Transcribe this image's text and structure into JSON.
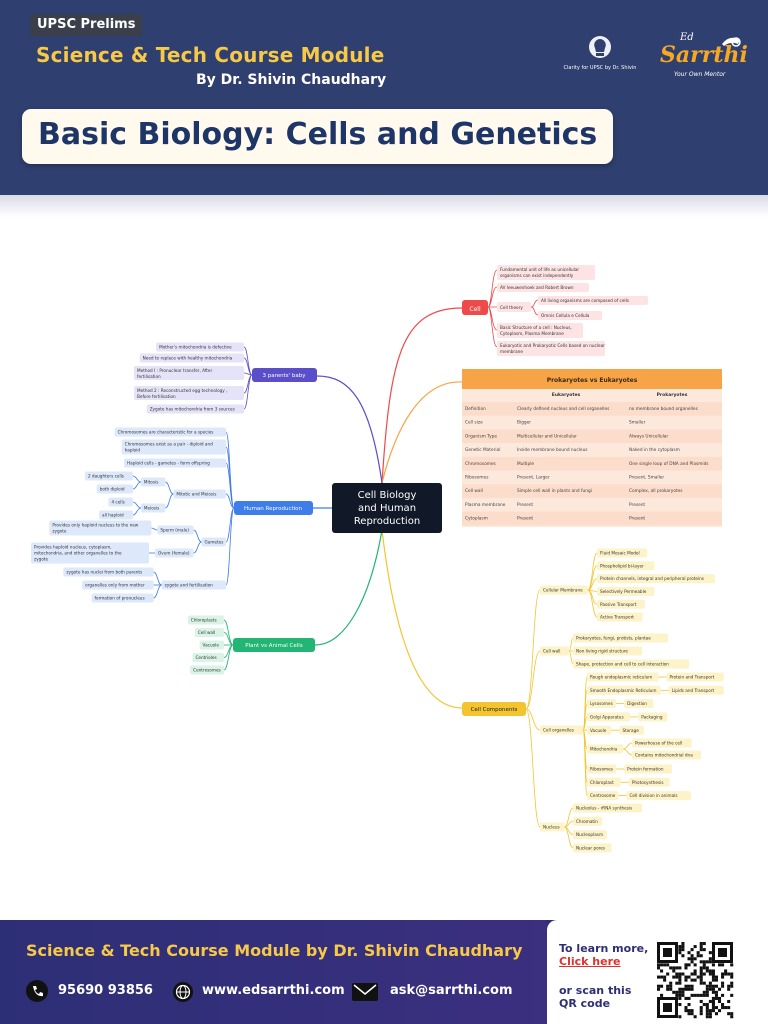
{
  "header": {
    "badge": "UPSC Prelims",
    "module_title": "Science & Tech Course Module",
    "author": "By Dr. Shivin Chaudhary",
    "main_title": "Basic Biology: Cells and Genetics",
    "logo1_text": "Clarity for UPSC by Dr. Shivin",
    "logo2_top": "Ed",
    "logo2_name": "Sarrthi",
    "logo2_tag": "Your Own Mentor"
  },
  "mindmap": {
    "root": "Cell Biology and Human Reproduction",
    "branches": {
      "cell": {
        "label": "Cell",
        "items": [
          "Fundamental unit of life as unicellular organisms can exist independently",
          "AV leeuwenhoek and Robert Brown",
          "Cell theory",
          "Basic Structure of a cell : Nucleus, Cytoplasm, Plasma Membrane",
          "Eukaryotic and Prokaryotic Cells based on nuclear membrane"
        ],
        "cell_theory_items": [
          "All living organisms are composed of cells",
          "Omnis Cellula e Cellula"
        ]
      },
      "table": {
        "title": "Prokaryotes vs Eukaryotes",
        "columns": [
          "",
          "Eukaryotes",
          "Prokaryotes"
        ],
        "rows": [
          [
            "Definition",
            "Clearly defined nucleus and cell organelles",
            "no membrane bound organelles"
          ],
          [
            "Cell size",
            "Bigger",
            "Smaller"
          ],
          [
            "Organism Type",
            "Multicellular and Unicellular",
            "Always Unicellular"
          ],
          [
            "Genetic Material",
            "Inside membrane bound nucleus",
            "Naked in the cytoplasm"
          ],
          [
            "Chromosomes",
            "Multiple",
            "One single loop of DNA and Plasmids"
          ],
          [
            "Ribosomes",
            "Present, Larger",
            "Present, Smaller"
          ],
          [
            "Cell wall",
            "Simple cell wall in plants and fungi",
            "Complex, all prokaryotes"
          ],
          [
            "Plasma membrane",
            "Present",
            "Present"
          ],
          [
            "Cytoplasm",
            "Present",
            "Present"
          ]
        ]
      },
      "components": {
        "label": "Cell Components",
        "membrane": {
          "label": "Cellular Membrane",
          "items": [
            "Fluid Mosaic Model",
            "Phospholipid bi-layer",
            "Protein channels, integral and peripheral proteins",
            "Selectively Permeable",
            "Passive Transport",
            "Active Transport"
          ]
        },
        "wall": {
          "label": "Cell wall",
          "items": [
            "Prokaryotes, fungi, protists, plantae",
            "Non living rigid structure",
            "Shape, protection and cell to cell interaction"
          ]
        },
        "organelles": {
          "label": "Cell organelles",
          "items": [
            {
              "name": "Rough endoplasmic reticulum",
              "detail": "Protein and Transport"
            },
            {
              "name": "Smooth Endoplasmic Reticulum",
              "detail": "Lipids and Transport"
            },
            {
              "name": "Lysosomes",
              "detail": "Digestion"
            },
            {
              "name": "Golgi Apparatus",
              "detail": "Packaging"
            },
            {
              "name": "Vacuole",
              "detail": "Storage"
            },
            {
              "name": "Mitochondria",
              "details": [
                "Powerhouse of the cell",
                "Contains mitochondrial dna"
              ]
            },
            {
              "name": "Ribosomes",
              "detail": "Protein formation"
            },
            {
              "name": "Chloroplast",
              "detail": "Photosynthesis"
            },
            {
              "name": "Centrosome",
              "detail": "Cell division in animals"
            }
          ]
        },
        "nucleus": {
          "label": "Nucleus",
          "items": [
            "Nucleolus - rRNA synthesis",
            "Chromatin",
            "Nucleoplasm",
            "Nuclear pores"
          ]
        }
      },
      "parents": {
        "label": "3 parents' baby",
        "items": [
          "Mother's mitochondria is defective",
          "Need to replace with healthy mitochondria",
          "Method I : Pronuclear transfer, After fertilisation",
          "Method 2 : Reconstructed egg technology , Before fertilisation",
          "Zygote has mitochondria from 3 sources"
        ]
      },
      "human": {
        "label": "Human Reproduction",
        "top_items": [
          "Chromosomes are characteristic for a species",
          "Chromosomes exist as a pair - diploid and haploid",
          "Haploid cells - gametes - form offspring"
        ],
        "mitosis_meiosis": "Mitotic and Meiosis",
        "mitosis": "Mitosis",
        "mitosis_items": [
          "2 daughters cells",
          "both diploid"
        ],
        "meiosis": "Meiosis",
        "meiosis_items": [
          "4 cells",
          "all haploid"
        ],
        "gametes": "Gametes",
        "sperm": "Sperm (male)",
        "sperm_item": "Provides only haploid nucleus to the new zygote",
        "ovum": "Ovum (female)",
        "ovum_item": "Provides haploid nucleus, cytoplasm, mitochondria, and other organelles to the zygote",
        "zygote": "zygote and fertilisation",
        "zygote_items": [
          "zygote has nuclei from both parents",
          "organelles only from mother",
          "formation of pronucleus"
        ]
      },
      "plant": {
        "label": "Plant vs Animal Cells",
        "items": [
          "Chloroplasts",
          "Cell wall",
          "Vacuole",
          "Centrioles",
          "Centrosomes"
        ]
      }
    }
  },
  "footer": {
    "title": "Science & Tech Course Module by Dr. Shivin Chaudhary",
    "phone": "95690 93856",
    "website": "www.edsarrthi.com",
    "email": "ask@sarrthi.com",
    "learn_more": "To learn more,",
    "click_here": "Click here",
    "or_scan": "or scan this",
    "qr_code": "QR code"
  },
  "colors": {
    "header_bg": "#2f3f6f",
    "accent_yellow": "#f7c948",
    "title_card": "#fffaed",
    "cell_branch": "#ef4a4a",
    "table_branch": "#f6a445",
    "components_branch": "#f4c430",
    "parents_branch": "#5b4fc9",
    "human_branch": "#3f7de8",
    "plant_branch": "#22b573",
    "footer_bg": "#2c2f75"
  }
}
